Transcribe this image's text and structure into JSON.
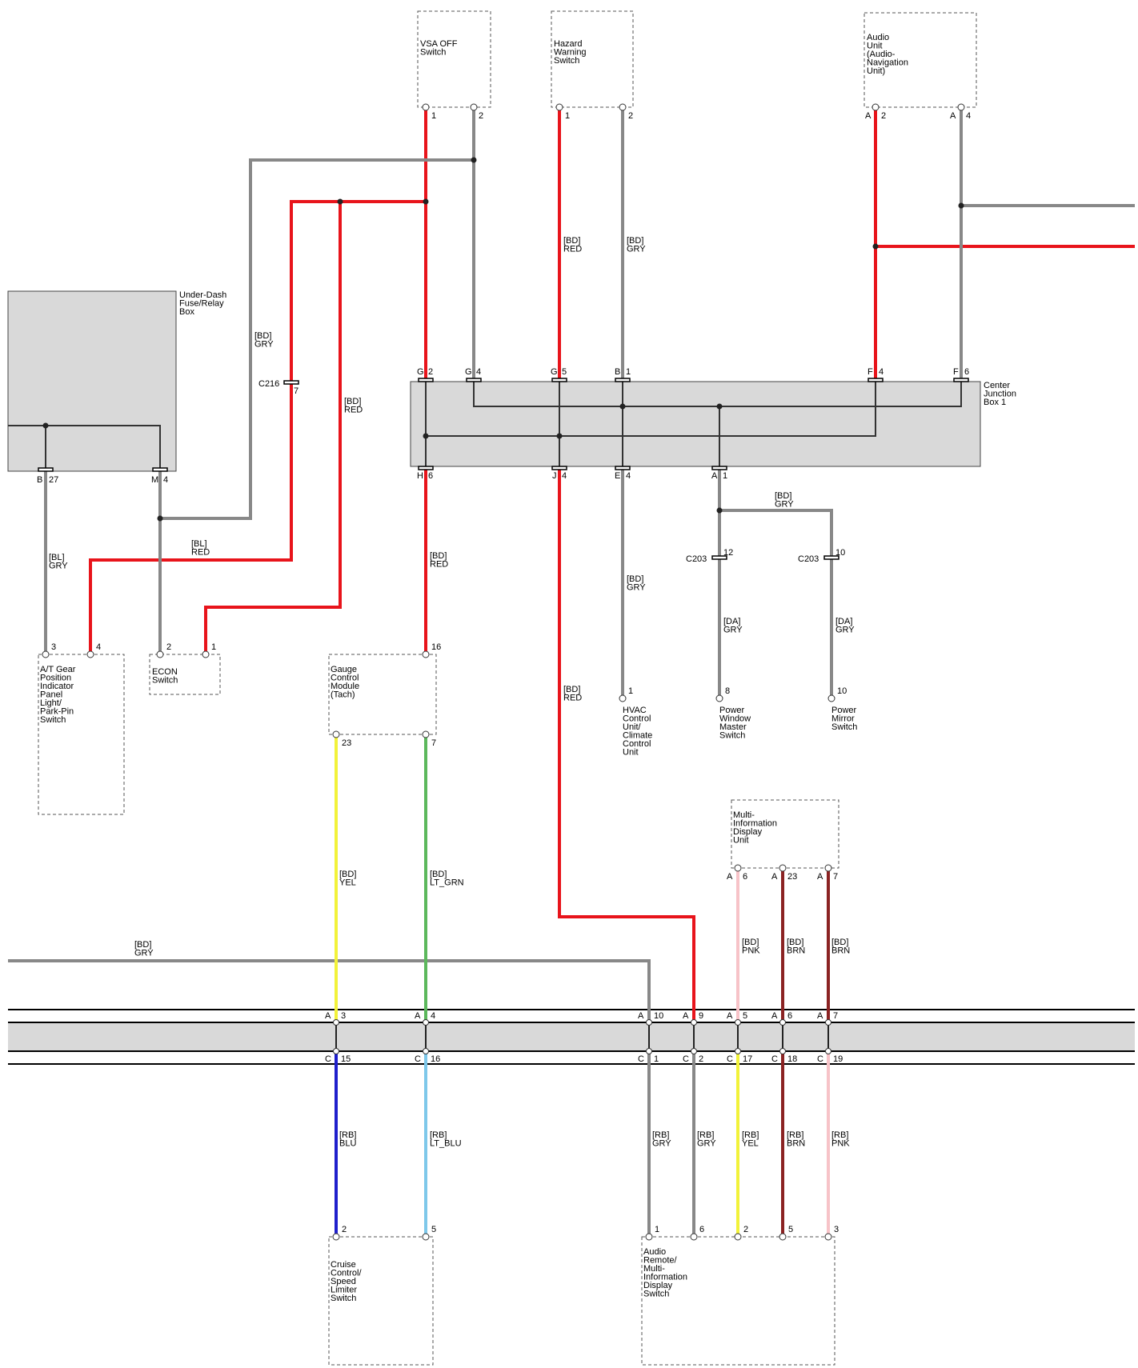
{
  "colors": {
    "RED": "#e8141b",
    "GRY": "#888888",
    "YEL": "#f2f23a",
    "LT_GRN": "#5cb85c",
    "BLU": "#1f1fcc",
    "LT_BLU": "#7ec8ea",
    "PNK": "#f7c3c8",
    "BRN": "#8b2323",
    "internal": "#333333"
  },
  "components": {
    "vsa_off": [
      "VSA OFF",
      "Switch"
    ],
    "hazard": [
      "Hazard",
      "Warning",
      "Switch"
    ],
    "audio_unit": [
      "Audio",
      "Unit",
      "(Audio-",
      "Navigation",
      "Unit)"
    ],
    "under_dash": [
      "Under-Dash",
      "Fuse/Relay",
      "Box"
    ],
    "center_junction": [
      "Center",
      "Junction",
      "Box 1"
    ],
    "at_gear": [
      "A/T Gear",
      "Position",
      "Indicator",
      "Panel",
      "Light/",
      "Park-Pin",
      "Switch"
    ],
    "econ": [
      "ECON",
      "Switch"
    ],
    "gauge": [
      "Gauge",
      "Control",
      "Module",
      "(Tach)"
    ],
    "hvac": [
      "HVAC",
      "Control",
      "Unit/",
      "Climate",
      "Control",
      "Unit"
    ],
    "power_window": [
      "Power",
      "Window",
      "Master",
      "Switch"
    ],
    "power_mirror": [
      "Power",
      "Mirror",
      "Switch"
    ],
    "mid_unit": [
      "Multi-",
      "Information",
      "Display",
      "Unit"
    ],
    "cruise": [
      "Cruise",
      "Control/",
      "Speed",
      "Limiter",
      "Switch"
    ],
    "audio_remote": [
      "Audio",
      "Remote/",
      "Multi-",
      "Information",
      "Display",
      "Switch"
    ]
  },
  "connectors": {
    "c216": "C216",
    "c216_pin": "7",
    "c203": "C203",
    "c203_pin_a": "12",
    "c203_pin_b": "10"
  },
  "wire_labels": {
    "w_vsa_red": [
      "[BD]",
      "RED"
    ],
    "w_haz_gry": [
      "[BD]",
      "GRY"
    ],
    "w_bd_gry_left": [
      "[BD]",
      "GRY"
    ],
    "w_bd_red_mid": [
      "[BD]",
      "RED"
    ],
    "w_bl_gry": [
      "[BL]",
      "GRY"
    ],
    "w_bl_red": [
      "[BL]",
      "RED"
    ],
    "w_gauge_red": [
      "[BD]",
      "RED"
    ],
    "w_j4_red": [
      "[BD]",
      "RED"
    ],
    "w_hvac_gry": [
      "[BD]",
      "GRY"
    ],
    "w_a1_gry": [
      "[BD]",
      "GRY"
    ],
    "w_da_gry_1": [
      "[DA]",
      "GRY"
    ],
    "w_da_gry_2": [
      "[DA]",
      "GRY"
    ],
    "w_yel": [
      "[BD]",
      "YEL"
    ],
    "w_ltgrn": [
      "[BD]",
      "LT_GRN"
    ],
    "w_left_gry": [
      "[BD]",
      "GRY"
    ],
    "w_pnk": [
      "[BD]",
      "PNK"
    ],
    "w_brn1": [
      "[BD]",
      "BRN"
    ],
    "w_brn2": [
      "[BD]",
      "BRN"
    ],
    "w_blu": [
      "[RB]",
      "BLU"
    ],
    "w_ltblu": [
      "[RB]",
      "LT_BLU"
    ],
    "w_rb_gry1": [
      "[RB]",
      "GRY"
    ],
    "w_rb_gry2": [
      "[RB]",
      "GRY"
    ],
    "w_rb_yel": [
      "[RB]",
      "YEL"
    ],
    "w_rb_brn": [
      "[RB]",
      "BRN"
    ],
    "w_rb_pnk": [
      "[RB]",
      "PNK"
    ]
  },
  "pins": {
    "vsa1": "1",
    "vsa2": "2",
    "haz1": "1",
    "haz2": "2",
    "au_a": "A",
    "au2": "2",
    "au_a2": "A",
    "au4": "4",
    "g2_l": "G",
    "g2_n": "2",
    "g4_l": "G",
    "g4_n": "4",
    "g5_l": "G",
    "g5_n": "5",
    "b1_l": "B",
    "b1_n": "1",
    "f4_l": "F",
    "f4_n": "4",
    "f6_l": "F",
    "f6_n": "6",
    "h6_l": "H",
    "h6_n": "6",
    "j4_l": "J",
    "j4_n": "4",
    "e4_l": "E",
    "e4_n": "4",
    "a1_l": "A",
    "a1_n": "1",
    "b27_l": "B",
    "b27_n": "27",
    "m4_l": "M",
    "m4_n": "4",
    "at3": "3",
    "at4": "4",
    "econ2": "2",
    "econ1": "1",
    "gauge16": "16",
    "gauge23": "23",
    "gauge7": "7",
    "hvac1": "1",
    "pw8": "8",
    "pm10": "10",
    "mid_a1": "A",
    "mid6": "6",
    "mid_a2": "A",
    "mid23": "23",
    "mid_a3": "A",
    "mid7": "7",
    "ja1": "A",
    "ja1n": "3",
    "ja2": "A",
    "ja2n": "4",
    "ja3": "A",
    "ja3n": "10",
    "ja4": "A",
    "ja4n": "9",
    "ja5": "A",
    "ja5n": "5",
    "ja6": "A",
    "ja6n": "6",
    "ja7": "A",
    "ja7n": "7",
    "jc1": "C",
    "jc1n": "15",
    "jc2": "C",
    "jc2n": "16",
    "jc3": "C",
    "jc3n": "1",
    "jc4": "C",
    "jc4n": "2",
    "jc5": "C",
    "jc5n": "17",
    "jc6": "C",
    "jc6n": "18",
    "jc7": "C",
    "jc7n": "19",
    "cr2": "2",
    "cr5": "5",
    "ar1": "1",
    "ar6": "6",
    "ar2": "2",
    "ar5": "5",
    "ar3": "3"
  }
}
